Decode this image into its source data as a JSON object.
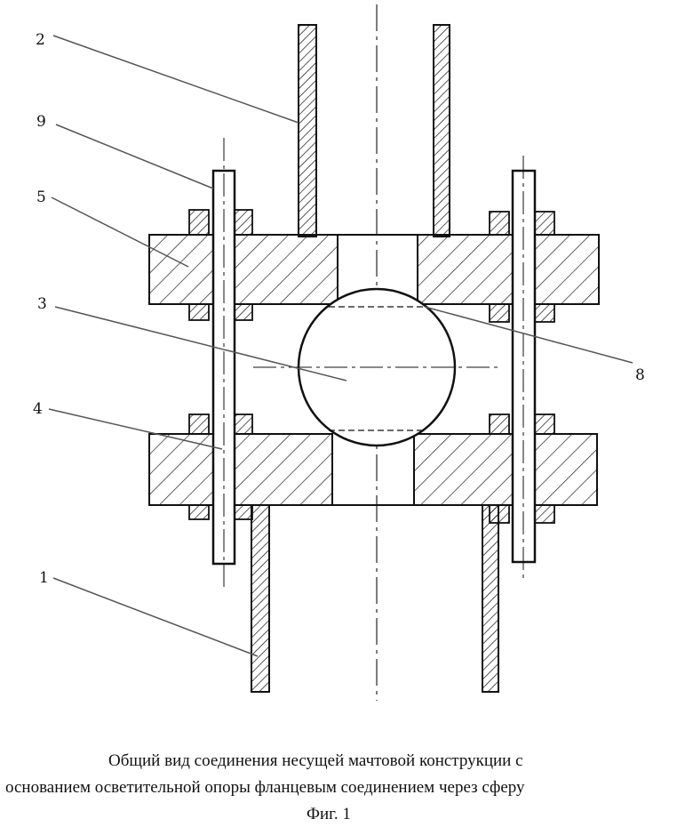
{
  "labels": {
    "part_1": "1",
    "part_2": "2",
    "part_3": "3",
    "part_4": "4",
    "part_5": "5",
    "part_8": "8",
    "part_9": "9"
  },
  "caption": {
    "line1": "Общий вид соединения несущей мачтовой конструкции с",
    "line2": "основанием осветительной опоры фланцевым соединением через сферу",
    "figure": "Фиг. 1"
  },
  "colors": {
    "ink": "#111111",
    "leader": "#555555"
  }
}
